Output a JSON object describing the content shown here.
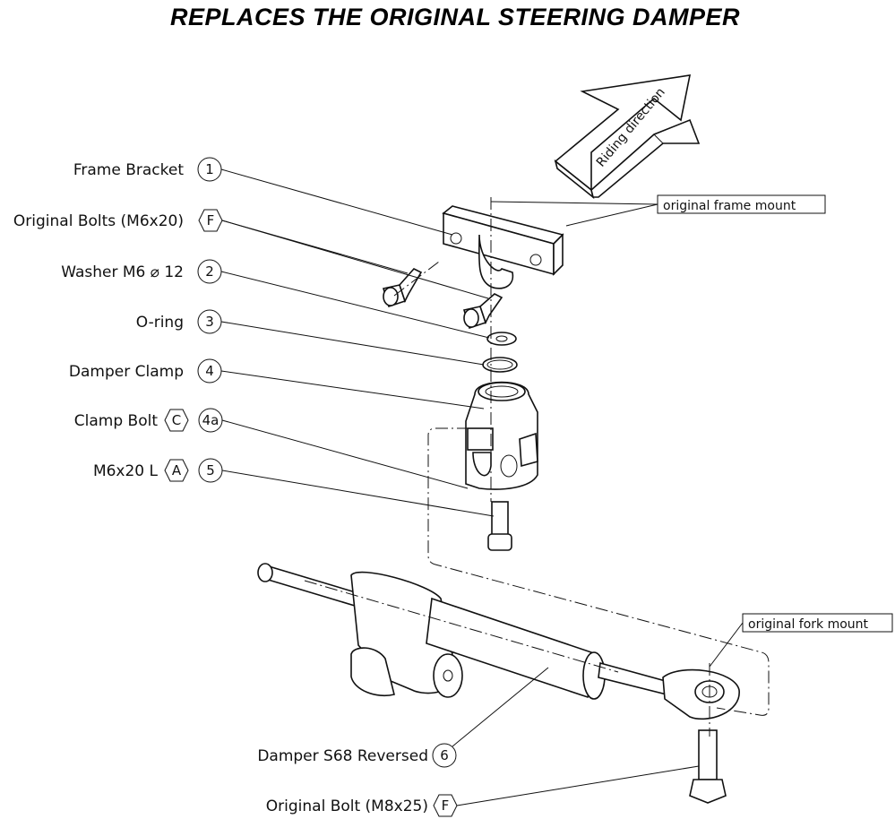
{
  "title": "REPLACES THE ORIGINAL STEERING DAMPER",
  "arrow_text": "Riding direction",
  "notes": {
    "frame_mount": "original frame mount",
    "fork_mount": "original fork mount"
  },
  "callouts": {
    "frame_bracket": {
      "label": "Frame Bracket",
      "num": "1"
    },
    "original_bolts": {
      "label": "Original Bolts (M6x20)",
      "tag": "F"
    },
    "washer": {
      "label": "Washer M6 ⌀ 12",
      "num": "2"
    },
    "oring": {
      "label": "O-ring",
      "num": "3"
    },
    "damper_clamp": {
      "label": "Damper Clamp",
      "num": "4"
    },
    "clamp_bolt": {
      "label": "Clamp Bolt",
      "tag": "C",
      "num": "4a"
    },
    "m6x20l": {
      "label": "M6x20 L",
      "tag": "A",
      "num": "5"
    },
    "damper": {
      "label": "Damper S68 Reversed",
      "num": "6"
    },
    "original_bolt_m8": {
      "label": "Original Bolt (M8x25)",
      "tag": "F"
    }
  }
}
